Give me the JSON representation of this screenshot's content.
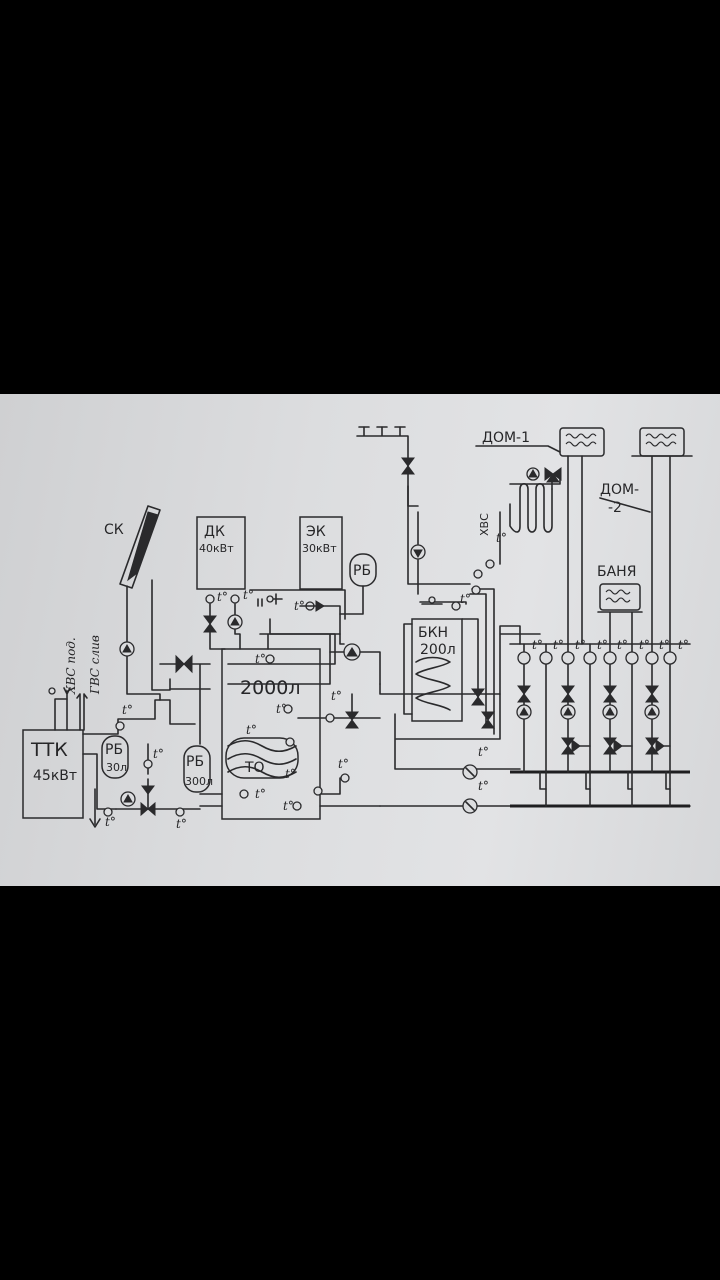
{
  "labels": {
    "ttk": "ТТК",
    "ttk_power": "45кВт",
    "rb1": "РБ",
    "rb1_vol": "30л",
    "rb2": "РБ",
    "rb2_vol": "300л",
    "rb3": "РБ",
    "sk": "СК",
    "dk": "ДК",
    "dk_power": "40кВт",
    "ek": "ЭК",
    "ek_power": "30кВт",
    "tank": "2000л",
    "to": "ТО",
    "bkn": "БКН",
    "bkn_vol": "200л",
    "hvs_top": "ХВС",
    "hvs_pod": "ХВС под.",
    "gvs_sliv": "ГВС слив",
    "dom1": "ДОМ-1",
    "dom2a": "ДОМ-",
    "dom2b": "-2",
    "banya": "БАНЯ",
    "t": "t°"
  }
}
